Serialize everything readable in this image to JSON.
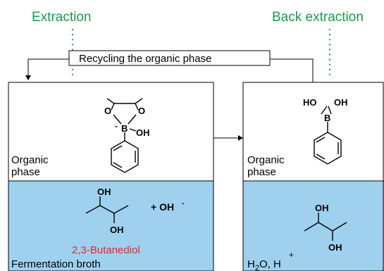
{
  "headings": {
    "extraction": "Extraction",
    "back_extraction": "Back extraction"
  },
  "recycle_label": "Recycling the organic phase",
  "left_vessel": {
    "organic_label_line1": "Organic",
    "organic_label_line2": "phase",
    "broth_label": "Fermentation broth",
    "product_name": "2,3-Butanediol",
    "hydroxide": "+ OH",
    "hydroxide_charge": "-",
    "complex_atoms": {
      "o_left": "O",
      "o_right": "O",
      "boron": "B",
      "charge": "-",
      "oh": "OH"
    },
    "diol_atoms": {
      "oh_top": "OH",
      "oh_bottom": "OH"
    }
  },
  "right_vessel": {
    "organic_label_line1": "Organic",
    "organic_label_line2": "phase",
    "aqueous_label_main": "H",
    "aqueous_label_sub": "2",
    "aqueous_label_rest": "O, H",
    "aqueous_label_sup": "+",
    "acid_atoms": {
      "ho": "HO",
      "oh": "OH",
      "boron": "B"
    },
    "diol_atoms": {
      "oh_top": "OH",
      "oh_bottom": "OH"
    }
  },
  "colors": {
    "heading_green": "#1a9a4a",
    "aqueous_blue": "#9fd1ef",
    "product_red": "#e0282c",
    "line": "#000000"
  }
}
